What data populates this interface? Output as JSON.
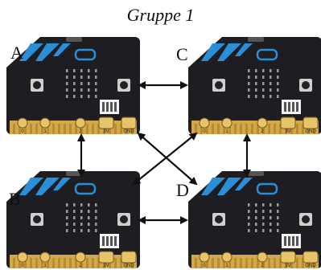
{
  "title": "Gruppe 1",
  "boards": [
    {
      "label": "A",
      "pins": [
        "0",
        "1",
        "2",
        "3V",
        "GND"
      ]
    },
    {
      "label": "C",
      "pins": [
        "0",
        "1",
        "2",
        "3V",
        "GND"
      ]
    },
    {
      "label": "B",
      "pins": [
        "0",
        "1",
        "2",
        "3V",
        "GND"
      ]
    },
    {
      "label": "D",
      "pins": [
        "0",
        "1",
        "2",
        "3V",
        "GND"
      ]
    }
  ],
  "colors": {
    "board": "#1d1d22",
    "accent": "#2a8fd6",
    "gold": "#d2a84a",
    "arrow": "#111111"
  },
  "connections": [
    {
      "from": "A",
      "to": "C"
    },
    {
      "from": "A",
      "to": "B"
    },
    {
      "from": "C",
      "to": "D"
    },
    {
      "from": "B",
      "to": "D"
    },
    {
      "from": "A",
      "to": "D"
    },
    {
      "from": "C",
      "to": "B"
    }
  ]
}
